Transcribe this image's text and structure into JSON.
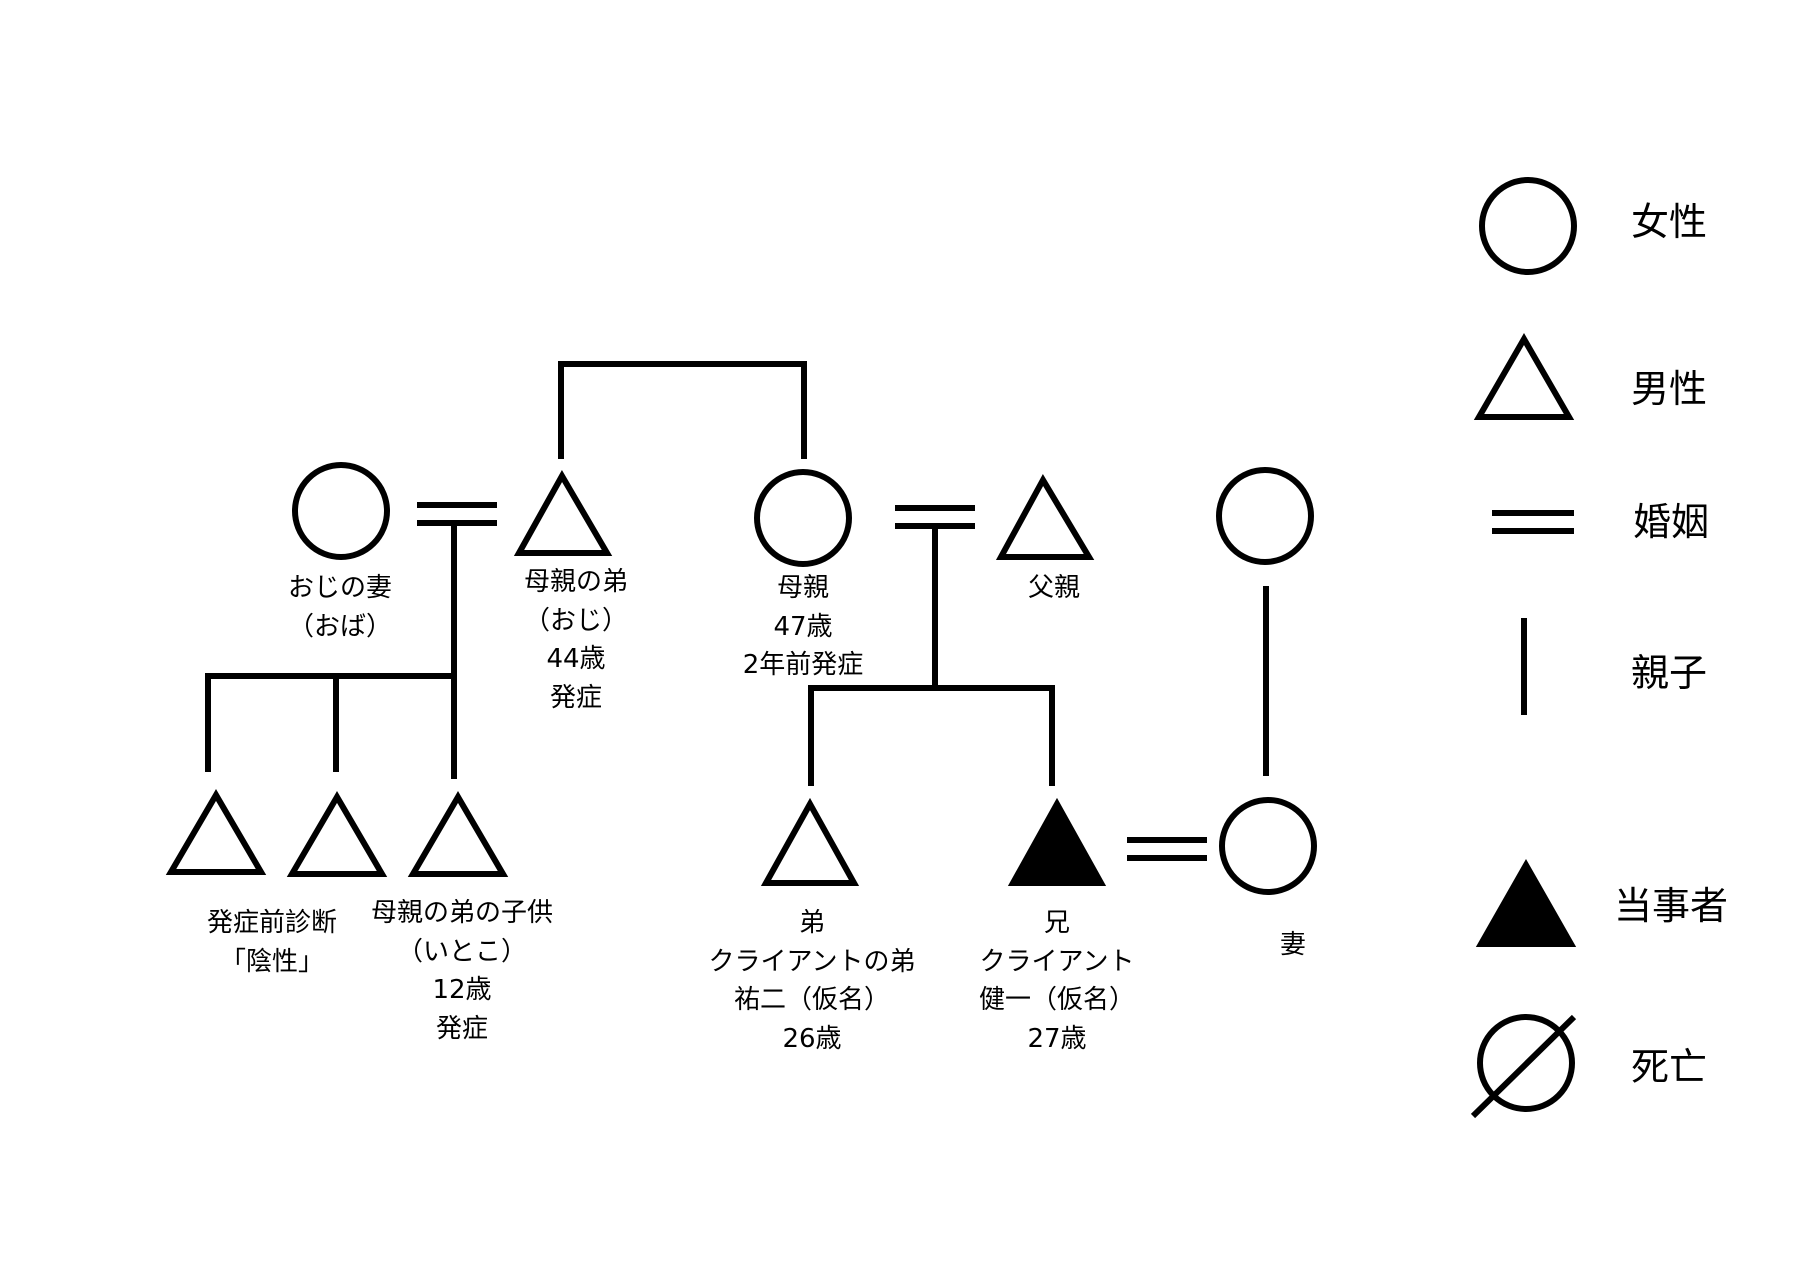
{
  "people": {
    "aunt": {
      "lines": [
        "おじの妻",
        "（おば）"
      ]
    },
    "uncle": {
      "lines": [
        "母親の弟",
        "（おじ）",
        "44歳",
        "発症"
      ]
    },
    "mother": {
      "lines": [
        "母親",
        "47歳",
        "2年前発症"
      ]
    },
    "father": {
      "lines": [
        "父親"
      ]
    },
    "cousin_b": {
      "lines": [
        "発症前診断",
        "「陰性」"
      ]
    },
    "cousin_c": {
      "lines": [
        "母親の弟の子供",
        "（いとこ）",
        "12歳",
        "発症"
      ]
    },
    "brother": {
      "lines": [
        "弟",
        "クライアントの弟",
        "祐二（仮名）",
        "26歳"
      ]
    },
    "proband": {
      "lines": [
        "兄",
        "クライアント",
        "健一（仮名）",
        "27歳"
      ]
    },
    "wife": {
      "lines": [
        "妻"
      ]
    }
  },
  "legend": {
    "female": "女性",
    "male": "男性",
    "marriage": "婚姻",
    "parent_child": "親子",
    "affected": "当事者",
    "deceased": "死亡"
  },
  "colors": {
    "stroke": "#000000",
    "fill_affected": "#000000",
    "background": "#ffffff"
  }
}
